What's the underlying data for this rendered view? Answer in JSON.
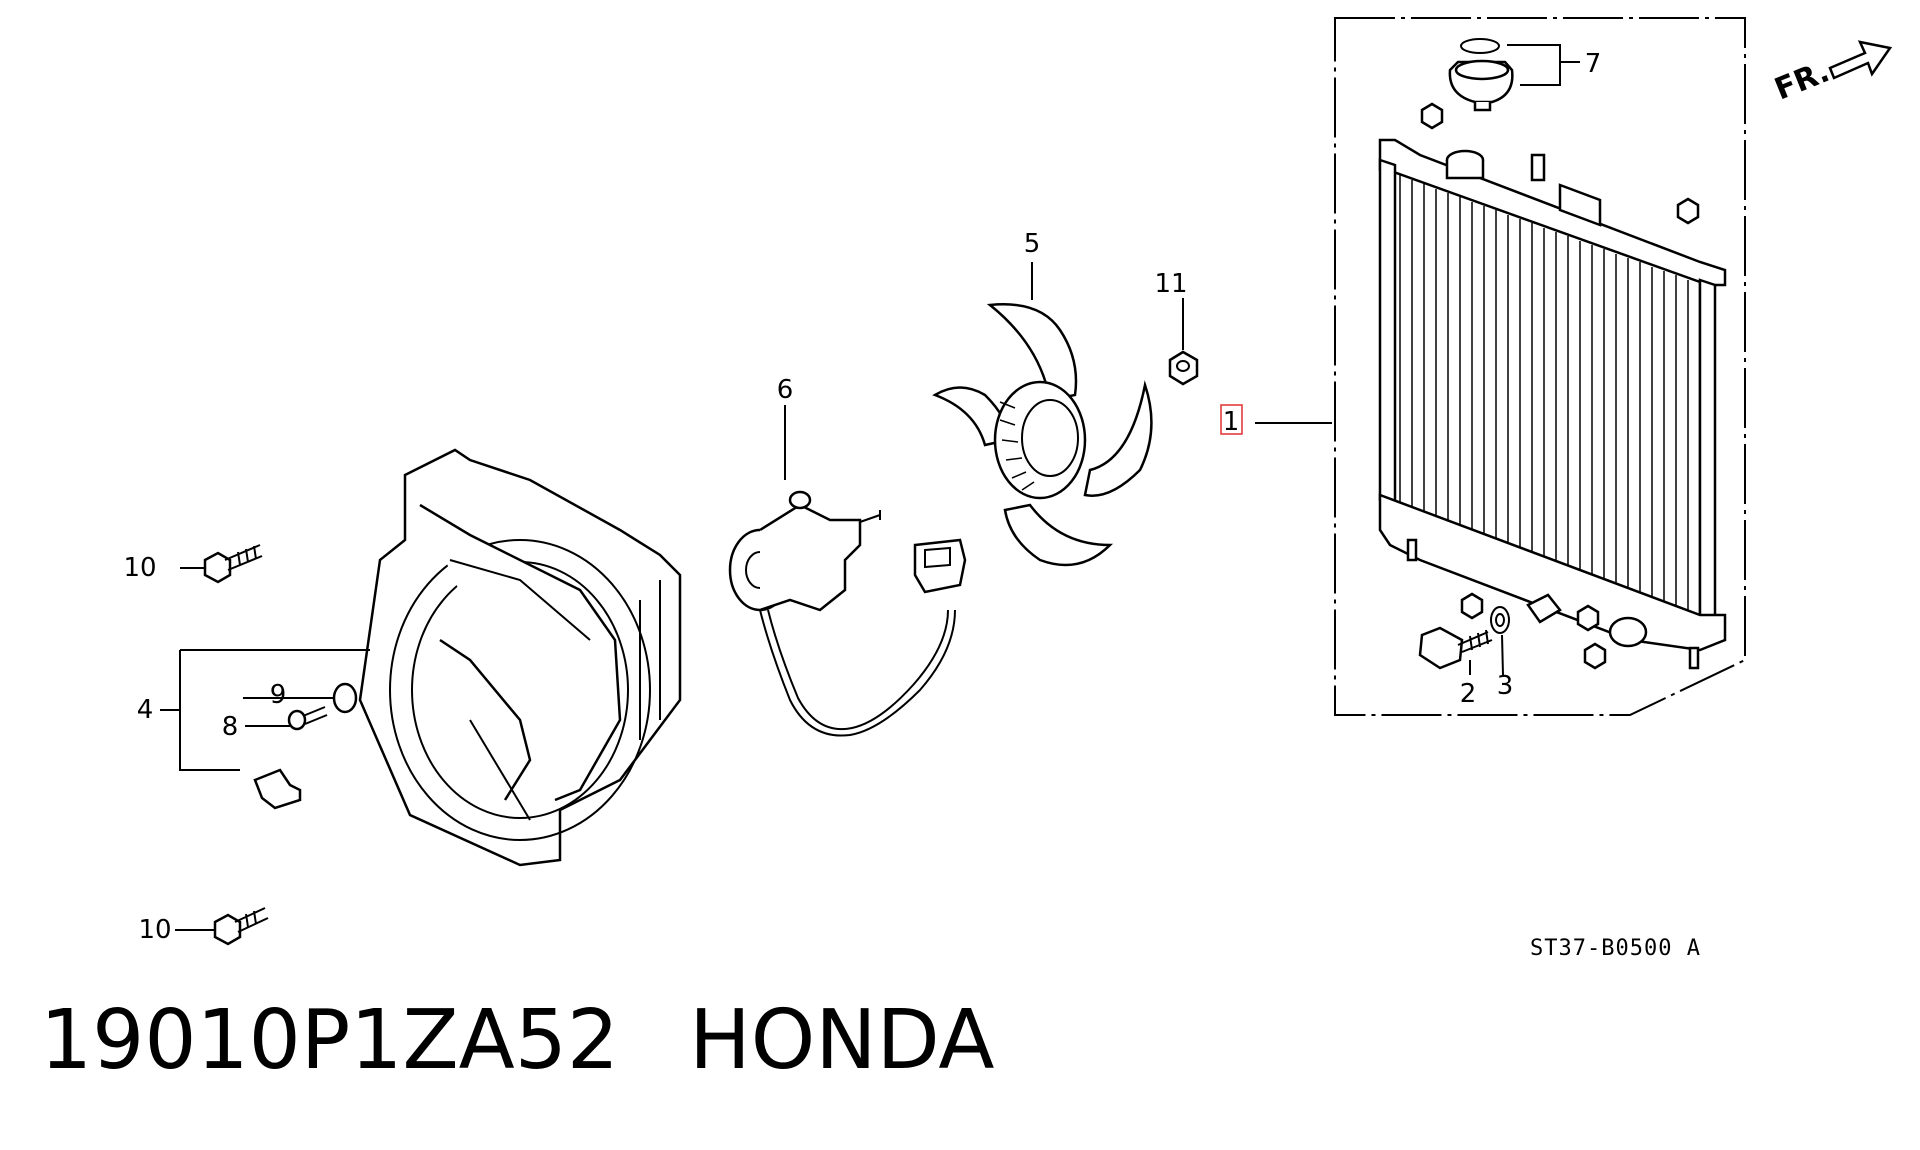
{
  "diagram": {
    "callouts": {
      "c1": "1",
      "c2": "2",
      "c3": "3",
      "c4": "4",
      "c5": "5",
      "c6": "6",
      "c7": "7",
      "c8": "8",
      "c9": "9",
      "c10a": "10",
      "c10b": "10",
      "c11": "11"
    },
    "front_marker": "FR.",
    "diagram_code": "ST37-B0500 A",
    "highlight_color": "#e03030"
  },
  "caption": {
    "part_number": "19010P1ZA52",
    "brand": "HONDA"
  }
}
